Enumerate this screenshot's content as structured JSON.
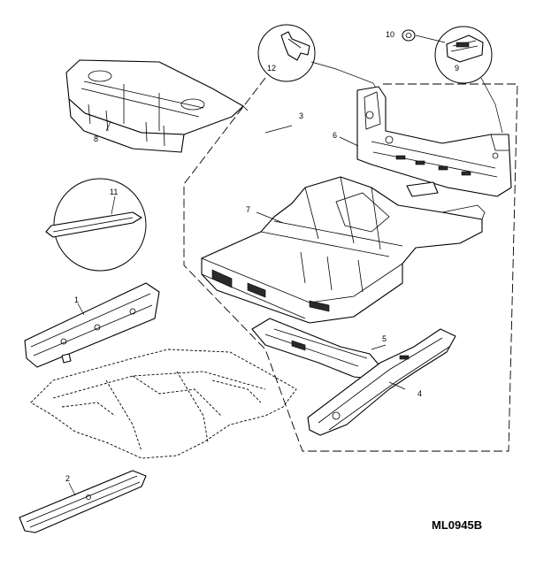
{
  "diagram": {
    "code": "ML0945B",
    "callouts": {
      "c1": "1",
      "c2": "2",
      "c3": "3",
      "c4": "4",
      "c5": "5",
      "c6": "6",
      "c7": "7",
      "c8": "8",
      "c9": "9",
      "c10": "10",
      "c11": "11",
      "c12": "12"
    }
  }
}
